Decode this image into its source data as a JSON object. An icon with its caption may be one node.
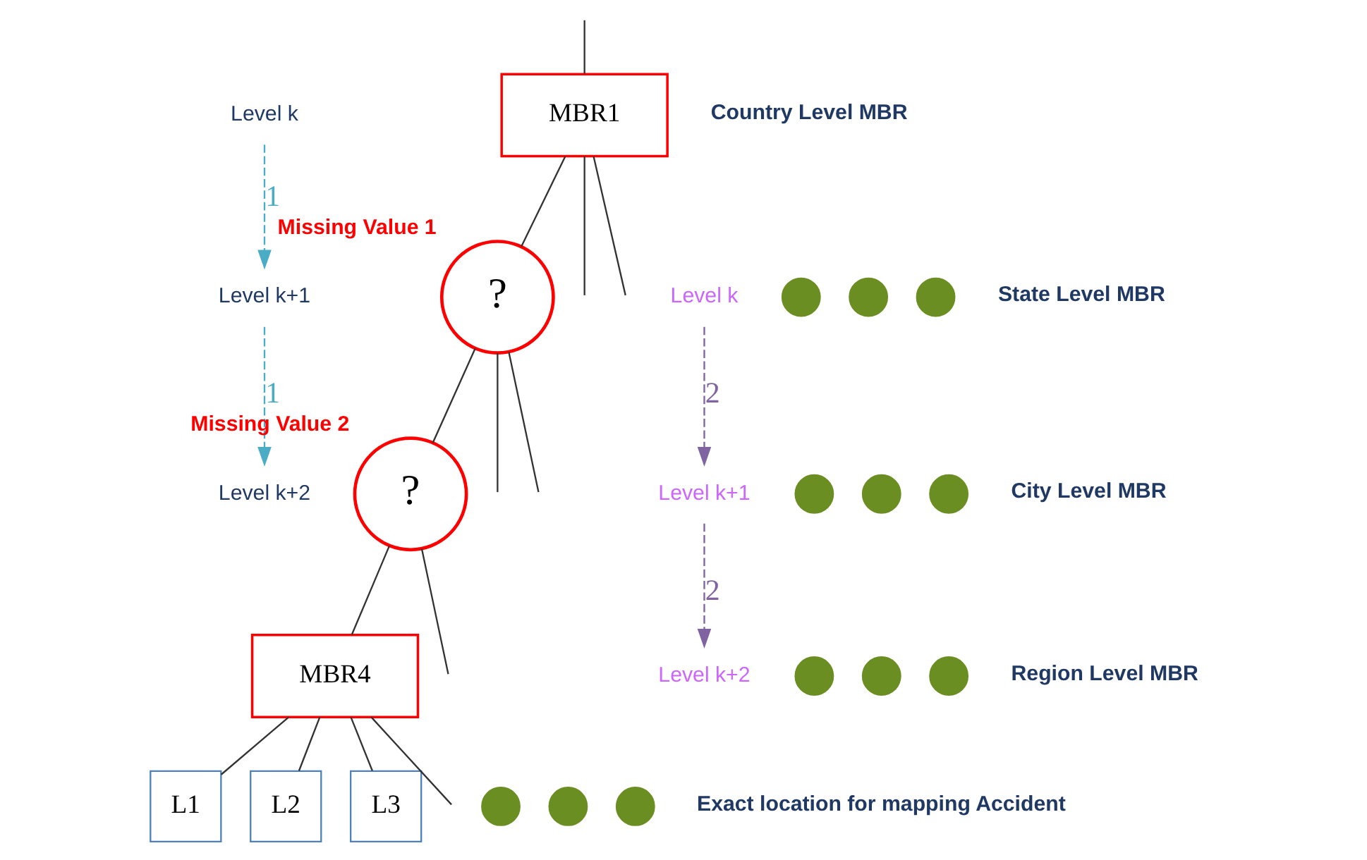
{
  "diagram": {
    "nodes": [
      {
        "text": [
          "Level k"
        ]
      },
      {
        "text": [
          "MBR1"
        ]
      },
      {
        "text": [
          "Level k"
        ]
      },
      {
        "text": [
          "Level k+1"
        ]
      },
      {
        "text": [
          "?"
        ],
        "beside": [
          "Missing Value 1"
        ]
      },
      {
        "text": [],
        "shape": "circle"
      },
      {
        "text": [],
        "shape": "circle"
      },
      {
        "text": [],
        "shape": "circle"
      },
      {
        "text": [
          "Level k+1"
        ]
      },
      {
        "text": [
          "Level k+2"
        ]
      },
      {
        "text": [
          "?"
        ],
        "beside": [
          "Missing Value 2"
        ]
      },
      {
        "text": [],
        "shape": "circle"
      },
      {
        "text": [],
        "shape": "circle"
      },
      {
        "text": [],
        "shape": "circle"
      },
      {
        "text": [
          "Level k+2"
        ]
      },
      {
        "text": [],
        "shape": "circle"
      },
      {
        "text": [],
        "shape": "circle"
      },
      {
        "text": [],
        "shape": "circle"
      },
      {
        "text": [
          "MBR4"
        ]
      },
      {
        "text": [
          "L1"
        ]
      },
      {
        "text": [
          "L2"
        ]
      },
      {
        "text": [
          "L3"
        ]
      },
      {
        "text": [],
        "shape": "circle"
      },
      {
        "text": [],
        "shape": "circle"
      },
      {
        "text": [],
        "shape": "circle"
      }
    ],
    "edges": [
      {
        "from": null,
        "to": 1,
        "arrow": "none"
      },
      {
        "from": 1,
        "to": 4,
        "arrow": "none"
      },
      {
        "from": 1,
        "to": null,
        "arrow": "none"
      },
      {
        "from": 1,
        "to": null,
        "arrow": "none"
      },
      {
        "from": 4,
        "to": 10,
        "arrow": "none"
      },
      {
        "from": 4,
        "to": null,
        "arrow": "none"
      },
      {
        "from": 4,
        "to": null,
        "arrow": "none"
      },
      {
        "from": 10,
        "to": 18,
        "arrow": "none"
      },
      {
        "from": 10,
        "to": null,
        "arrow": "none"
      },
      {
        "from": 18,
        "to": 19,
        "arrow": "none"
      },
      {
        "from": 18,
        "to": 20,
        "arrow": "none"
      },
      {
        "from": 18,
        "to": 21,
        "arrow": "none"
      },
      {
        "from": 18,
        "to": null,
        "arrow": "none"
      },
      {
        "from": 0,
        "to": 3,
        "arrow": "to",
        "label": "1",
        "style": "dashed",
        "color": "#4bacc6"
      },
      {
        "from": 3,
        "to": 9,
        "arrow": "to",
        "label": "1",
        "style": "dashed",
        "color": "#4bacc6"
      },
      {
        "from": 2,
        "to": 8,
        "arrow": "to",
        "label": "2",
        "style": "dashed",
        "color": "#8064a2"
      },
      {
        "from": 8,
        "to": 14,
        "arrow": "to",
        "label": "2",
        "style": "dashed",
        "color": "#8064a2"
      }
    ],
    "labels": [
      "Country Level MBR",
      "State Level MBR",
      "City Level MBR",
      "Region Level MBR",
      "Exact location for mapping Accident"
    ]
  }
}
